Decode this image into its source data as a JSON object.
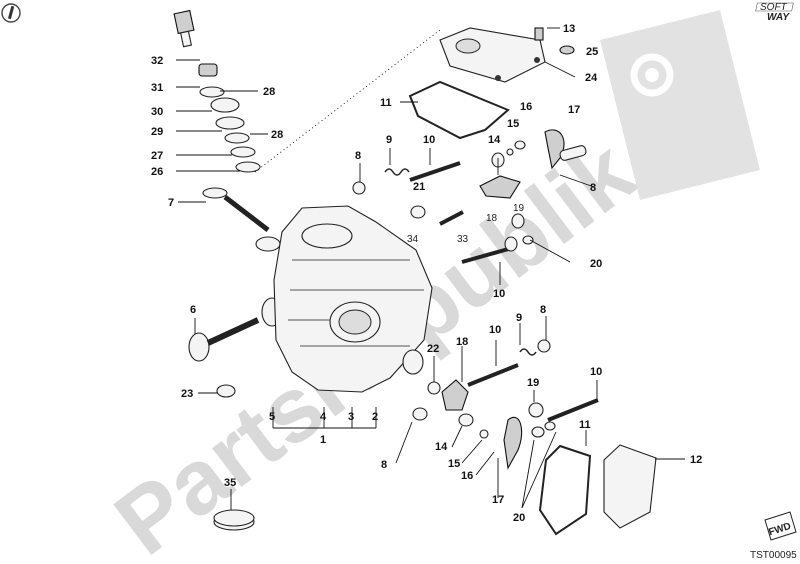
{
  "watermark": {
    "text": "PartsRepublik"
  },
  "brand_logo": {
    "line1": "SOFT",
    "line2": "WAY"
  },
  "diagram_code": "TST00095",
  "fwd_label": "FWD",
  "callouts": [
    {
      "id": "c32",
      "text": "32"
    },
    {
      "id": "c31",
      "text": "31"
    },
    {
      "id": "c28a",
      "text": "28"
    },
    {
      "id": "c30",
      "text": "30"
    },
    {
      "id": "c29",
      "text": "29"
    },
    {
      "id": "c28b",
      "text": "28"
    },
    {
      "id": "c27",
      "text": "27"
    },
    {
      "id": "c26",
      "text": "26"
    },
    {
      "id": "c7",
      "text": "7"
    },
    {
      "id": "c6",
      "text": "6"
    },
    {
      "id": "c23",
      "text": "23"
    },
    {
      "id": "c5",
      "text": "5"
    },
    {
      "id": "c4",
      "text": "4"
    },
    {
      "id": "c3",
      "text": "3"
    },
    {
      "id": "c2",
      "text": "2"
    },
    {
      "id": "c1",
      "text": "1"
    },
    {
      "id": "c35",
      "text": "35"
    },
    {
      "id": "c13",
      "text": "13"
    },
    {
      "id": "c25",
      "text": "25"
    },
    {
      "id": "c24",
      "text": "24"
    },
    {
      "id": "c11",
      "text": "11"
    },
    {
      "id": "c16a",
      "text": "16"
    },
    {
      "id": "c15a",
      "text": "15"
    },
    {
      "id": "c14a",
      "text": "14"
    },
    {
      "id": "c17a",
      "text": "17"
    },
    {
      "id": "c9a",
      "text": "9"
    },
    {
      "id": "c10a",
      "text": "10"
    },
    {
      "id": "c8a",
      "text": "8"
    },
    {
      "id": "c21",
      "text": "21"
    },
    {
      "id": "c8b",
      "text": "8"
    },
    {
      "id": "c18a",
      "text": "18"
    },
    {
      "id": "c19a",
      "text": "19"
    },
    {
      "id": "c34",
      "text": "34"
    },
    {
      "id": "c33",
      "text": "33"
    },
    {
      "id": "c20a",
      "text": "20"
    },
    {
      "id": "c10b",
      "text": "10"
    },
    {
      "id": "c8c",
      "text": "8"
    },
    {
      "id": "c9b",
      "text": "9"
    },
    {
      "id": "c10c",
      "text": "10"
    },
    {
      "id": "c22",
      "text": "22"
    },
    {
      "id": "c18b",
      "text": "18"
    },
    {
      "id": "c19b",
      "text": "19"
    },
    {
      "id": "c10d",
      "text": "10"
    },
    {
      "id": "c11b",
      "text": "11"
    },
    {
      "id": "c12",
      "text": "12"
    },
    {
      "id": "c8d",
      "text": "8"
    },
    {
      "id": "c14b",
      "text": "14"
    },
    {
      "id": "c15b",
      "text": "15"
    },
    {
      "id": "c16b",
      "text": "16"
    },
    {
      "id": "c17b",
      "text": "17"
    },
    {
      "id": "c20b",
      "text": "20"
    }
  ]
}
